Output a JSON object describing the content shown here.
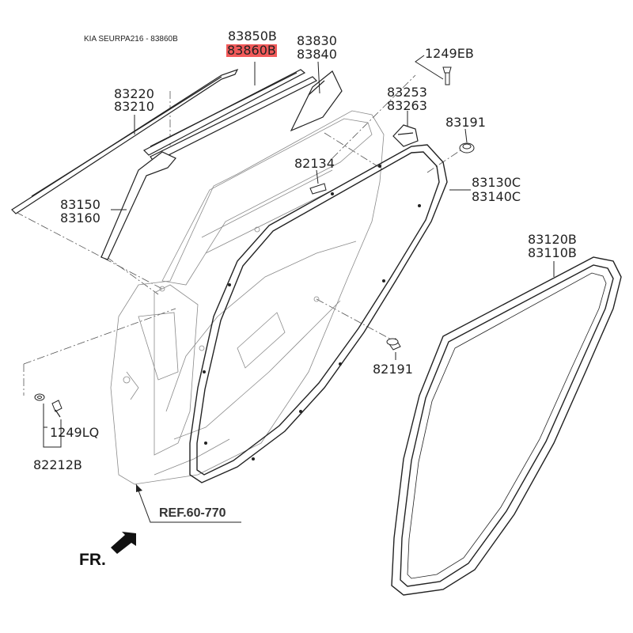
{
  "header": {
    "title": "KIA SEURPA216 - 83860B"
  },
  "labels": {
    "p83850b": "83850B",
    "p83860b": "83860B",
    "p83830": "83830",
    "p83840": "83840",
    "p1249eb": "1249EB",
    "p83220": "83220",
    "p83210": "83210",
    "p83253": "83253",
    "p83263": "83263",
    "p83191": "83191",
    "p82134": "82134",
    "p83130c": "83130C",
    "p83140c": "83140C",
    "p83150": "83150",
    "p83160": "83160",
    "p83120b": "83120B",
    "p83110b": "83110B",
    "p82191": "82191",
    "p1249lq": "1249LQ",
    "p82212b": "82212B"
  },
  "ref": "REF.60-770",
  "fr": "FR.",
  "highlight_color": "#f25a5a"
}
